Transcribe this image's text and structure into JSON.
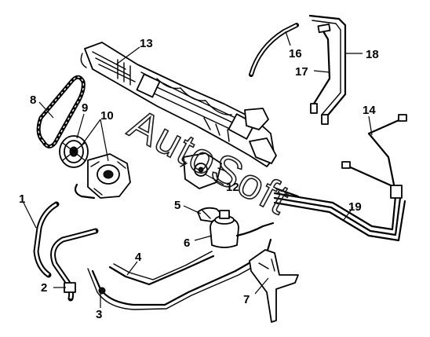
{
  "watermark": "AutoSoft",
  "callouts": {
    "c1": "1",
    "c2": "2",
    "c3": "3",
    "c4": "4",
    "c5": "5",
    "c6": "6",
    "c7": "7",
    "c8": "8",
    "c9": "9",
    "c10": "10",
    "c12": "12",
    "c13": "13",
    "c14": "14",
    "c16": "16",
    "c17": "17",
    "c18": "18",
    "c19": "19"
  }
}
